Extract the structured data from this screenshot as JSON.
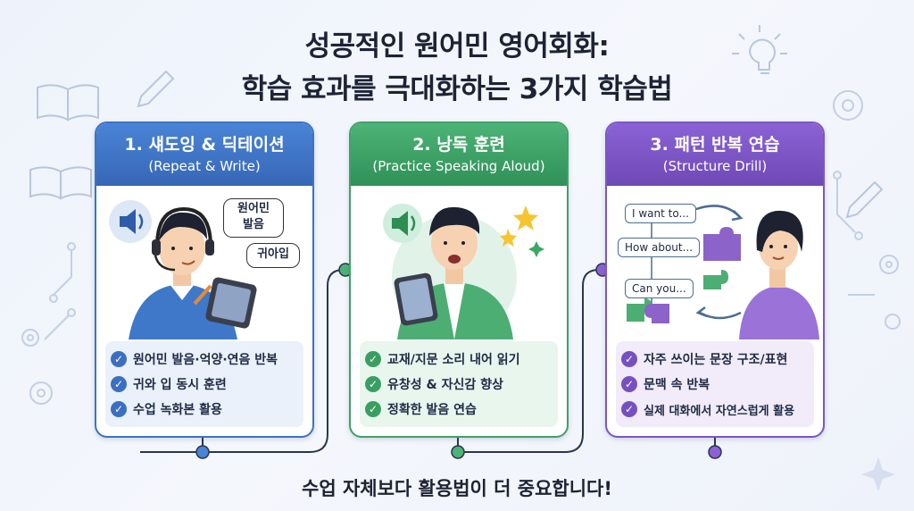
{
  "title": {
    "line1": "성공적인 원어민 영어회화:",
    "line2": "학습 효과를 극대화하는 3가지 학습법"
  },
  "cards": [
    {
      "heading": "1. 섀도잉 & 딕테이션",
      "subheading": "(Repeat & Write)",
      "bubbles": [
        "원어민\n발음",
        "귀아입"
      ],
      "bullets": [
        "원어민 발음·억양·연음 반복",
        "귀와 입 동시 훈련",
        "수업 녹화본 활용"
      ],
      "color": "#3b73c8"
    },
    {
      "heading": "2. 낭독 훈련",
      "subheading": "(Practice Speaking Aloud)",
      "bullets": [
        "교재/지문 소리 내어 읽기",
        "유창성 & 자신감 향상",
        "정확한 발음 연습"
      ],
      "color": "#3fa266"
    },
    {
      "heading": "3. 패턴 반복 연습",
      "subheading": "(Structure Drill)",
      "phrases": [
        "I want to...",
        "How about...",
        "Can you..."
      ],
      "bullets": [
        "자주 쓰이는 문장 구조/표현",
        "문맥 속 반복",
        "실제 대화에서 자연스럽게 활용"
      ],
      "color": "#7d55c7"
    }
  ],
  "footer": "수업 자체보다 활용법이 더 중요합니다!"
}
